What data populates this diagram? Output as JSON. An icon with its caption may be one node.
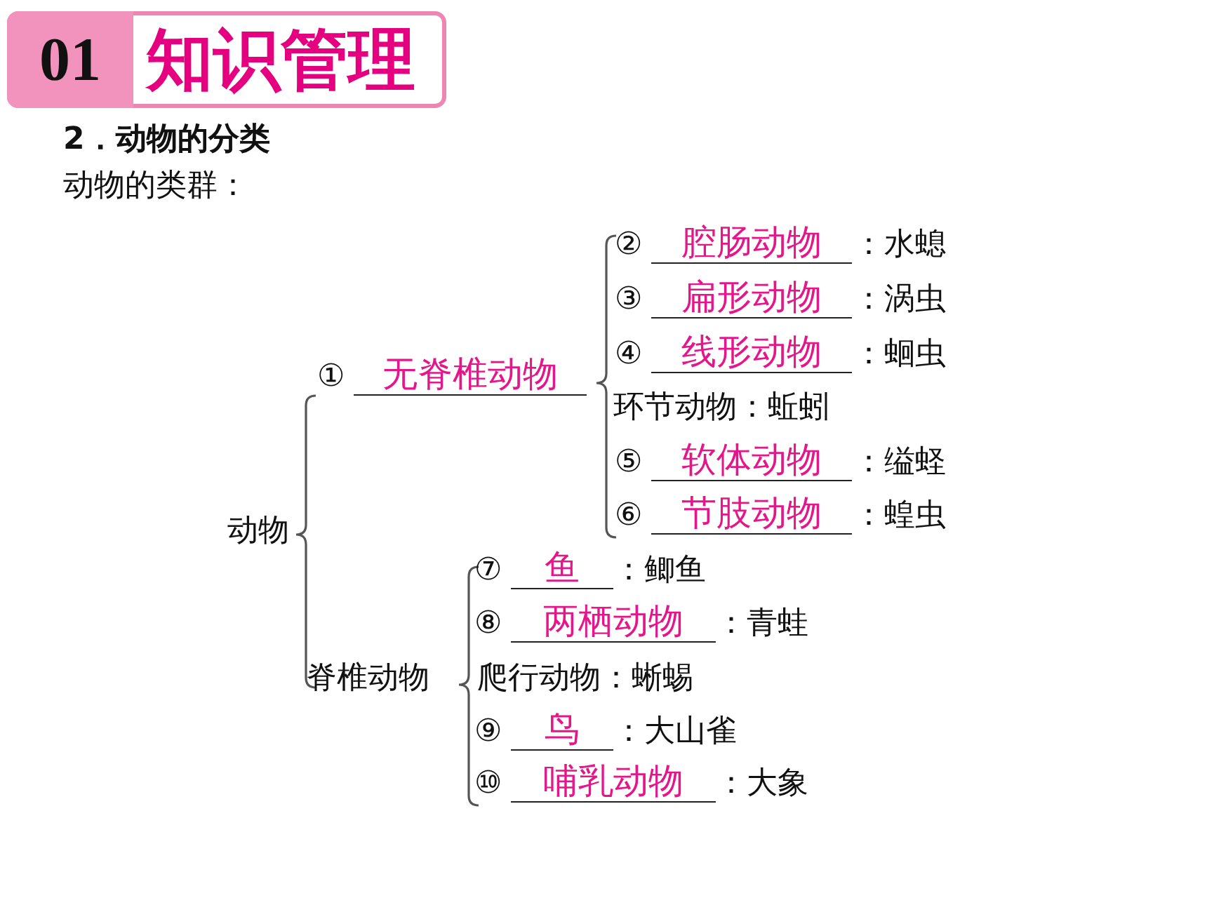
{
  "diagram": {
    "nodes": [
      {
        "text": [
          "知识管理"
        ]
      },
      {
        "text": [
          "01"
        ],
        "in": 0
      }
    ],
    "labels": [
      "2．动物的分类",
      "动物的类群：",
      "②",
      "腔肠动物",
      "：水螅",
      "③",
      "扁形动物",
      "：涡虫",
      "④",
      "线形动物",
      "：蛔虫",
      "①",
      "无脊椎动物",
      "环节动物：蚯蚓",
      "⑤",
      "软体动物",
      "：缢蛏",
      "⑥",
      "节肢动物",
      "：蝗虫",
      "动物",
      "⑦",
      "鱼",
      "：鲫鱼",
      "⑧",
      "两栖动物",
      "：青蛙",
      "脊椎动物",
      "爬行动物：蜥蜴",
      "⑨",
      "鸟",
      "：大山雀",
      "⑩",
      "哺乳动物",
      "：大象"
    ]
  }
}
